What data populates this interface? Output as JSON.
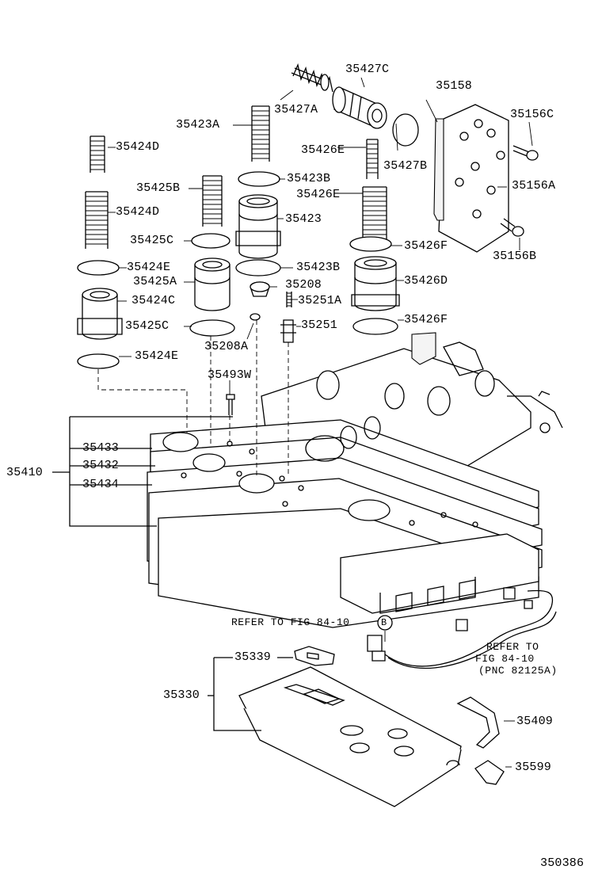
{
  "labels": {
    "p35427c": "35427C",
    "p35427a": "35427A",
    "p35158": "35158",
    "p35156c": "35156C",
    "p35423a": "35423A",
    "p35424d_1": "35424D",
    "p35426e_1": "35426E",
    "p35427b": "35427B",
    "p35156a": "35156A",
    "p35425b": "35425B",
    "p35423b_1": "35423B",
    "p35426e_2": "35426E",
    "p35424d_2": "35424D",
    "p35423": "35423",
    "p35425c_1": "35425C",
    "p35426f_1": "35426F",
    "p35156b": "35156B",
    "p35424e_1": "35424E",
    "p35423b_2": "35423B",
    "p35425a": "35425A",
    "p35208": "35208",
    "p35426d": "35426D",
    "p35251a": "35251A",
    "p35424c": "35424C",
    "p35425c_2": "35425C",
    "p35251": "35251",
    "p35426f_2": "35426F",
    "p35208a": "35208A",
    "p35424e_2": "35424E",
    "p35493w": "35493W",
    "p35433": "35433",
    "p35432": "35432",
    "p35410": "35410",
    "p35434": "35434",
    "p35339": "35339",
    "p35330": "35330",
    "p35409": "35409",
    "p35599": "35599"
  },
  "notes": {
    "refer_fig_b": "REFER TO FIG 84-10",
    "callout_b": "B",
    "refer_to": "REFER TO",
    "fig_8410": "FIG 84-10",
    "pnc": "(PNC 82125A)"
  },
  "figure_number": "350386"
}
